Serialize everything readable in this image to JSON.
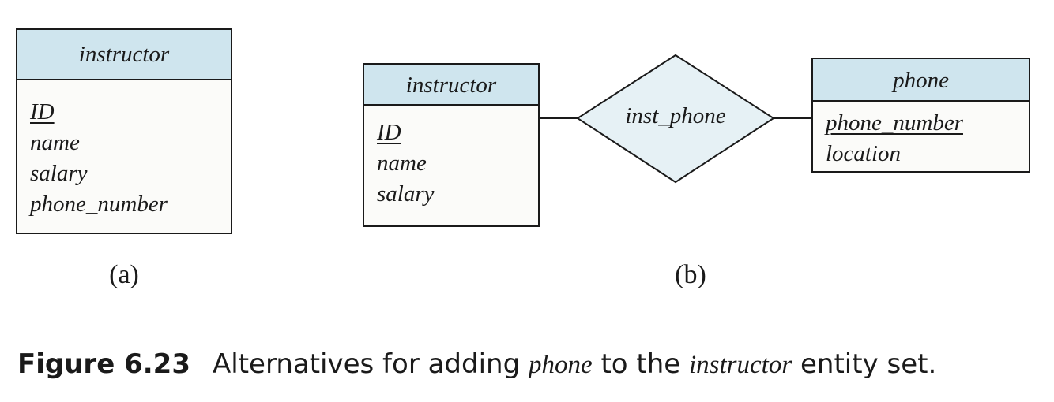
{
  "diagram_a": {
    "entity": {
      "name": "instructor",
      "attributes": [
        {
          "label": "ID",
          "primary_key": true
        },
        {
          "label": "name",
          "primary_key": false
        },
        {
          "label": "salary",
          "primary_key": false
        },
        {
          "label": "phone_number",
          "primary_key": false
        }
      ]
    },
    "part_label": "(a)"
  },
  "diagram_b": {
    "entity_left": {
      "name": "instructor",
      "attributes": [
        {
          "label": "ID",
          "primary_key": true
        },
        {
          "label": "name",
          "primary_key": false
        },
        {
          "label": "salary",
          "primary_key": false
        }
      ]
    },
    "relationship": {
      "name": "inst_phone"
    },
    "entity_right": {
      "name": "phone",
      "attributes": [
        {
          "label": "phone_number",
          "primary_key": true
        },
        {
          "label": "location",
          "primary_key": false
        }
      ]
    },
    "part_label": "(b)"
  },
  "caption": {
    "figure_number": "Figure 6.23",
    "text_1": "Alternatives for adding ",
    "italic_1": "phone",
    "text_2": " to the ",
    "italic_2": "instructor",
    "text_3": " entity set."
  },
  "colors": {
    "entity_header": "#cfe5ee",
    "relationship_fill": "#e6f1f5",
    "line": "#1a1a1a"
  }
}
